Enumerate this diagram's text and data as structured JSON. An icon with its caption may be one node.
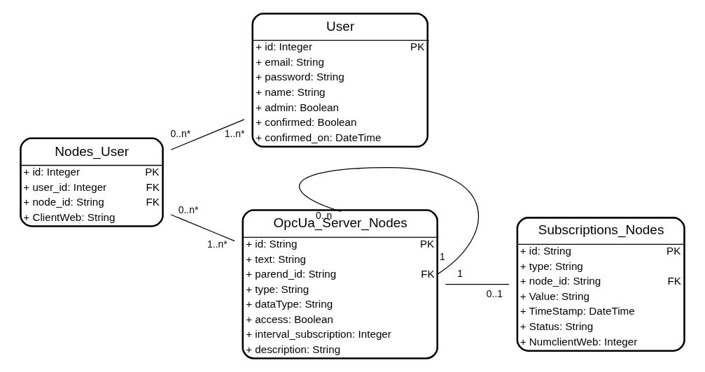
{
  "diagram": {
    "nodes": [
      {
        "text": [
          "User",
          "+ id: Integer",
          "PK",
          "+ email: String",
          "+ password: String",
          "+ name: String",
          "+ admin: Boolean",
          "+ confirmed: Boolean",
          "+ confirmed_on: DateTime"
        ]
      },
      {
        "text": [
          "Subscriptions_Nodes",
          "+ id: String",
          "PK",
          "+ type: String",
          "+ node_id: String",
          "FK",
          "+ Value: String",
          "+ TimeStamp: DateTime",
          "+ Status: String",
          "+ NumclientWeb: Integer"
        ]
      },
      {
        "text": [
          "Nodes_User",
          "+ id: Integer",
          "PK",
          "+ user_id: Integer",
          "FK",
          "+ node_id: String",
          "FK",
          "+ ClientWeb: String"
        ]
      },
      {
        "text": [
          "OpcUa_Server_Nodes",
          "+ id: String",
          "PK",
          "+ text: String",
          "+ parend_id: String",
          "FK",
          "+ type: String",
          "+ dataType: String",
          "+ access: Boolean",
          "+ interval_subscription: Integer",
          "+ description: String"
        ]
      }
    ],
    "edges": [
      {
        "from": 2,
        "to": 0,
        "arrow": "none"
      },
      {
        "from": 2,
        "to": 3,
        "arrow": "none"
      },
      {
        "from": 3,
        "to": 1,
        "arrow": "none"
      },
      {
        "from": 3,
        "to": 3,
        "arrow": "none"
      }
    ],
    "labels": [
      "1..n*",
      "0..1",
      "0..n*",
      "0..n",
      "0..n*",
      "1..n*",
      "1",
      "1"
    ]
  }
}
